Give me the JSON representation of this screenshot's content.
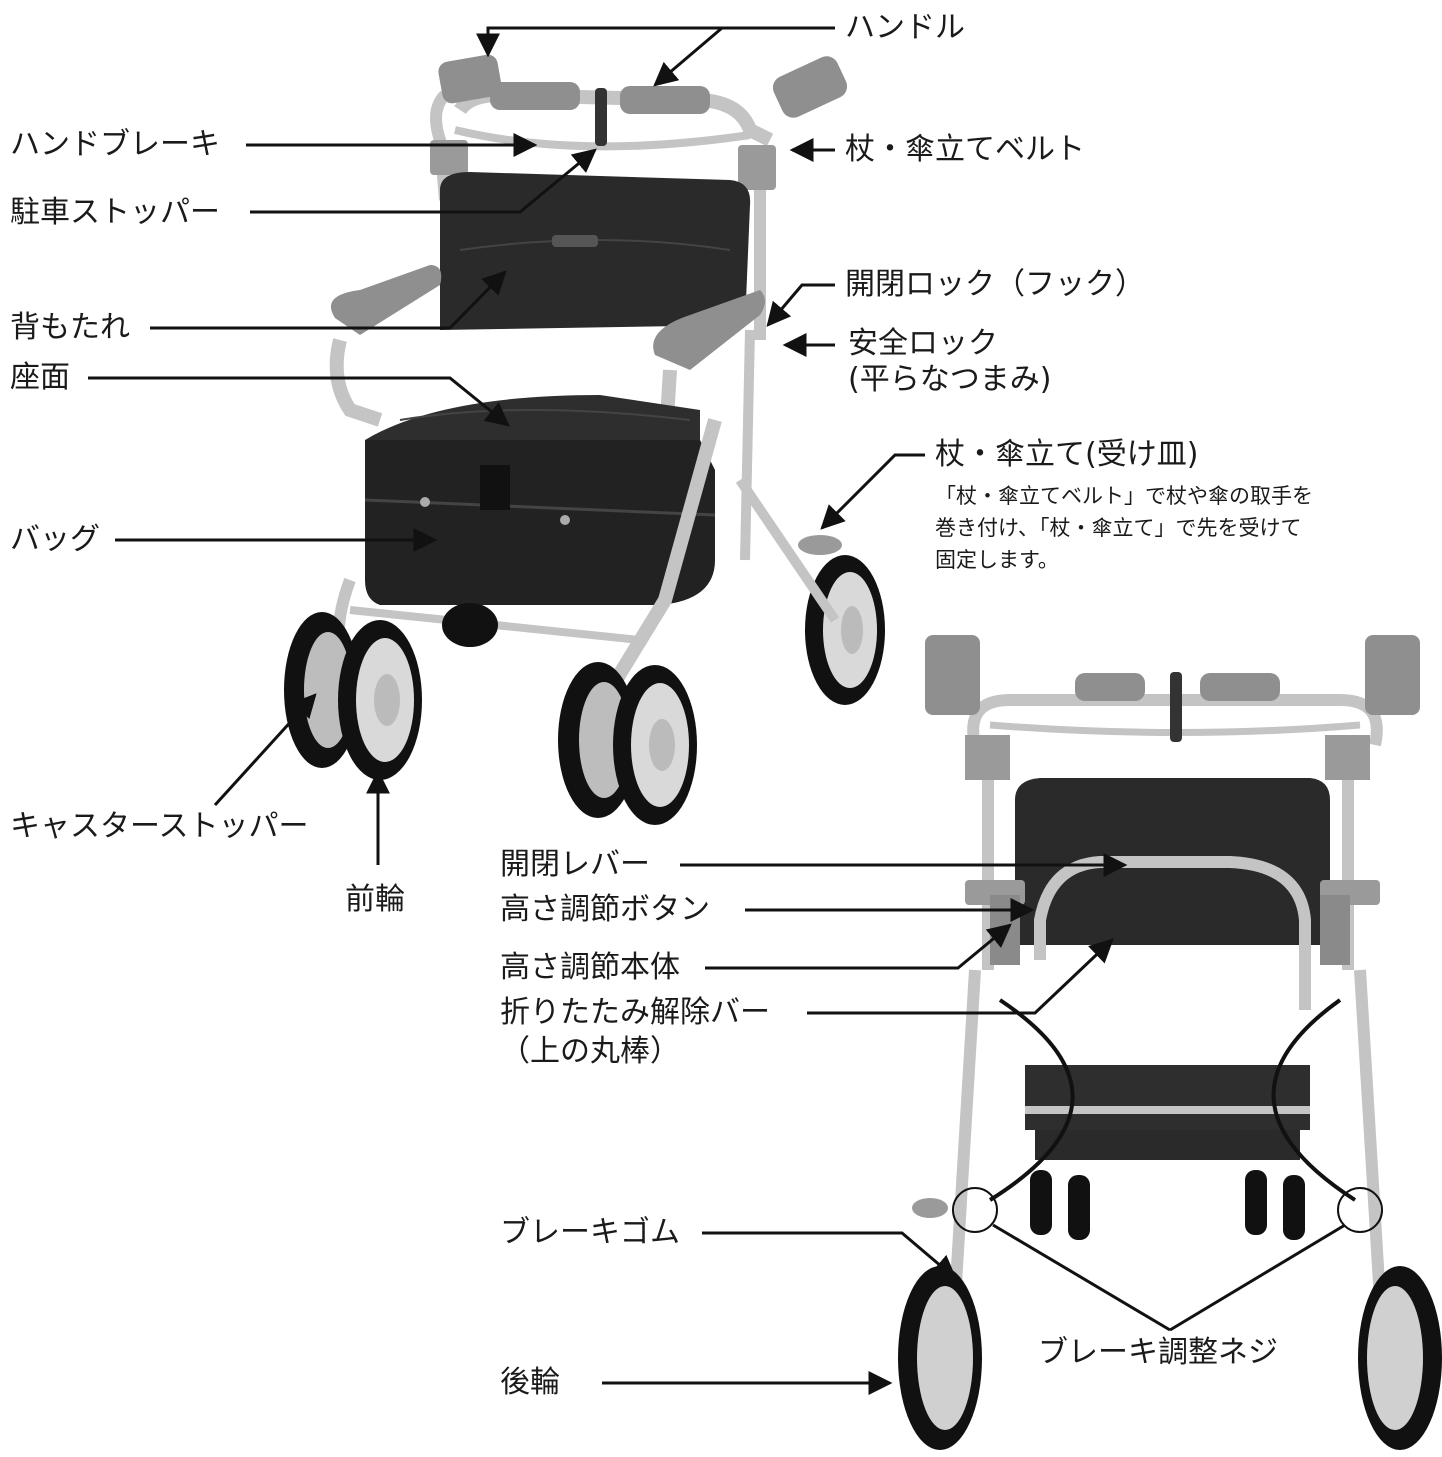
{
  "labels": {
    "handle": "ハンドル",
    "hand_brake": "ハンドブレーキ",
    "cane_belt": "杖・傘立てベルト",
    "parking_stopper": "駐車ストッパー",
    "open_close_lock": "開閉ロック（フック）",
    "backrest": "背もたれ",
    "safety_lock_1": "安全ロック",
    "safety_lock_2": "(平らなつまみ)",
    "seat": "座面",
    "cane_stand": "杖・傘立て(受け皿)",
    "cane_note_1": "「杖・傘立てベルト」で杖や傘の取手を",
    "cane_note_2": "巻き付け、「杖・傘立て」で先を受けて",
    "cane_note_3": "固定します。",
    "bag": "バッグ",
    "caster_stopper": "キャスターストッパー",
    "front_wheel": "前輪",
    "open_close_lever": "開閉レバー",
    "height_button": "高さ調節ボタン",
    "height_body": "高さ調節本体",
    "fold_release_bar_1": "折りたたみ解除バー",
    "fold_release_bar_2": "（上の丸棒）",
    "brake_rubber": "ブレーキゴム",
    "rear_wheel": "後輪",
    "brake_adjust_screw": "ブレーキ調整ネジ"
  },
  "colors": {
    "frame": "#c4c4c4",
    "grip": "#8f8f8f",
    "fabric": "#2a2a2a",
    "tire": "#111111",
    "hub": "#d9d9d9",
    "line": "#111111"
  }
}
